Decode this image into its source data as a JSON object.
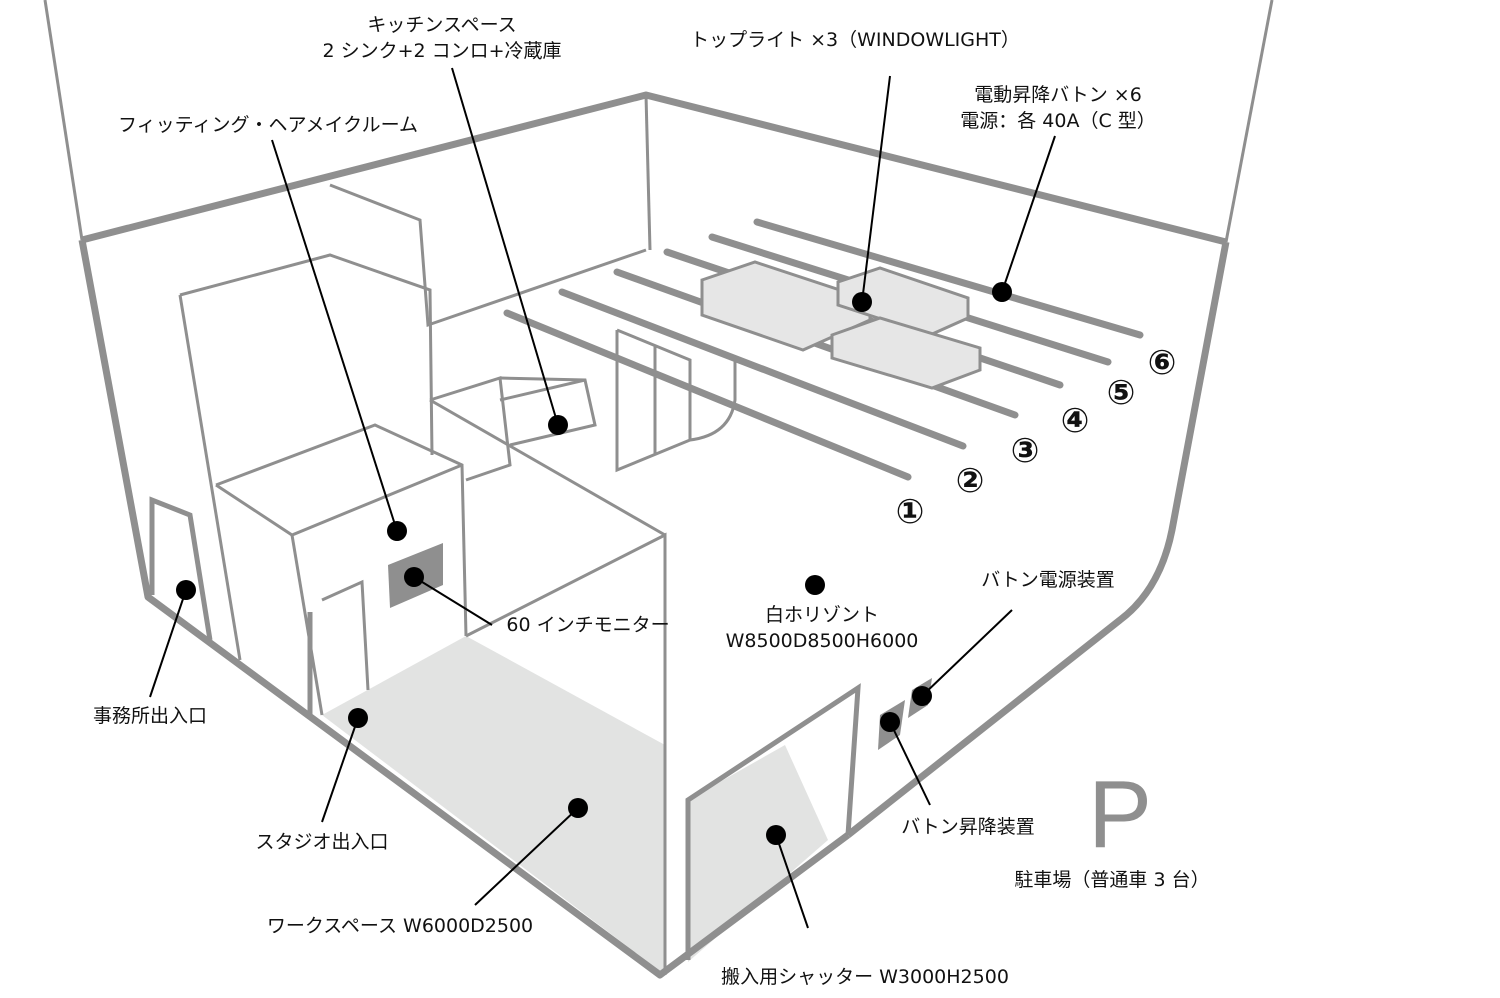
{
  "labels": {
    "kitchen_line1": "キッチンスペース",
    "kitchen_line2": "2 シンク+2 コンロ+冷蔵庫",
    "toplight": "トップライト ×3（WINDOWLIGHT）",
    "baton_line1": "電動昇降バトン ×6",
    "baton_line2": "電源：各 40A（C 型）",
    "fitting": "フィッティング・ヘアメイクルーム",
    "monitor": "60 インチモニター",
    "horizont_line1": "白ホリゾント",
    "horizont_line2": "W8500D8500H6000",
    "baton_power": "バトン電源装置",
    "office_entrance": "事務所出入口",
    "studio_entrance": "スタジオ出入口",
    "workspace": "ワークスペース W6000D2500",
    "baton_lift": "バトン昇降装置",
    "parking_mark": "P",
    "parking": "駐車場（普通車 3 台）",
    "shutter": "搬入用シャッター W3000H2500"
  },
  "baton_numbers": [
    "①",
    "②",
    "③",
    "④",
    "⑤",
    "⑥"
  ],
  "colors": {
    "wall": "#8f8f8f",
    "floor": "#e2e3e2",
    "light": "#e6e6e6",
    "dot": "#000000"
  }
}
